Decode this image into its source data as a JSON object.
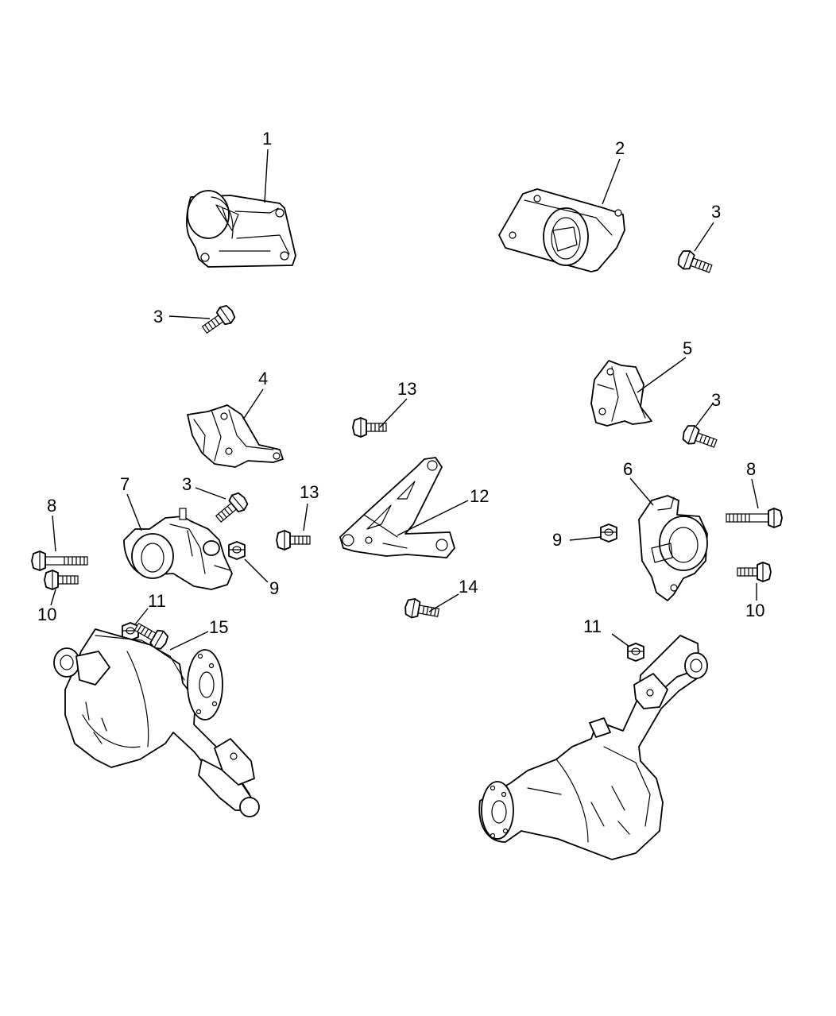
{
  "callouts": {
    "c1": "1",
    "c2": "2",
    "c3a": "3",
    "c3b": "3",
    "c3c": "3",
    "c3d": "3",
    "c4": "4",
    "c5": "5",
    "c6": "6",
    "c7": "7",
    "c8a": "8",
    "c8b": "8",
    "c9a": "9",
    "c9b": "9",
    "c10a": "10",
    "c10b": "10",
    "c11a": "11",
    "c11b": "11",
    "c12": "12",
    "c13a": "13",
    "c13b": "13",
    "c14": "14",
    "c15": "15"
  }
}
